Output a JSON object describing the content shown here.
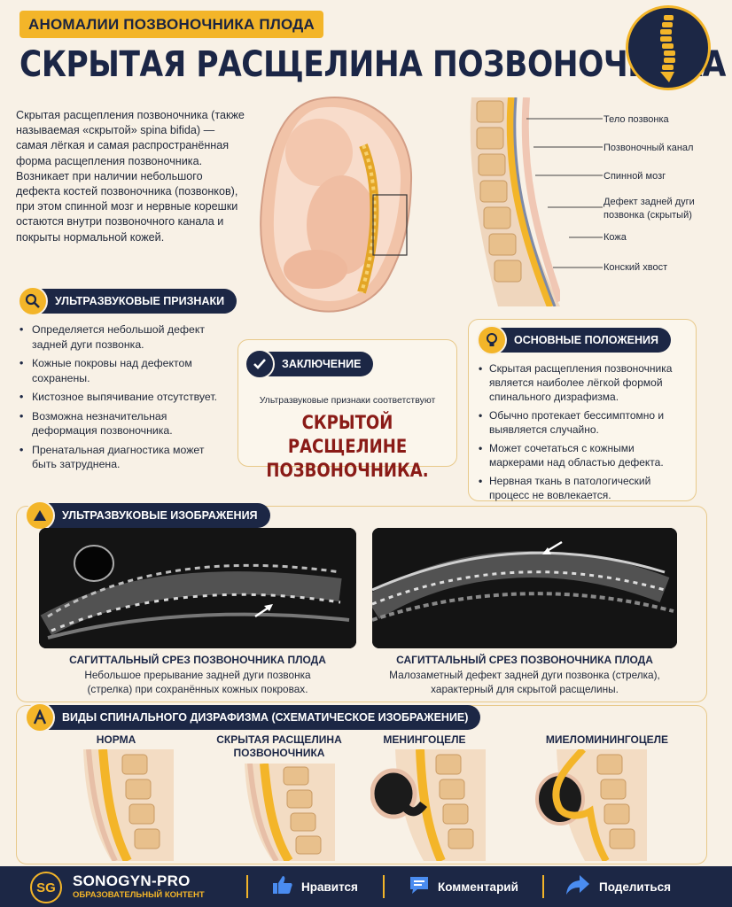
{
  "header": {
    "subtitle": "АНОМАЛИИ ПОЗВОНОЧНИКА ПЛОДА",
    "title": "СКРЫТАЯ РАСЩЕЛИНА ПОЗВОНОЧНИКА"
  },
  "intro": "Скрытая расщепления позвоночника (также называемая «скрытой» spina bifida) — самая лёгкая и самая распространённая форма расщепления позвоночника. Возникает при наличии небольшого дефекта костей позвоночника (позвонков), при этом спинной мозг и нервные корешки остаются внутри позвоночного канала и покрыты нормальной кожей.",
  "diagram_labels": [
    "Тело позвонка",
    "Позвоночный канал",
    "Спинной мозг",
    "Дефект задней дуги позвонка (скрытый)",
    "Кожа",
    "Конский хвост"
  ],
  "ultrasound_signs": {
    "title": "УЛЬТРАЗВУКОВЫЕ ПРИЗНАКИ",
    "items": [
      "Определяется небольшой дефект задней дуги позвонка.",
      "Кожные покровы над дефектом сохранены.",
      "Кистозное выпячивание отсутствует.",
      "Возможна незначительная деформация позвоночника.",
      "Пренатальная диагностика может быть затруднена."
    ]
  },
  "conclusion": {
    "title": "ЗАКЛЮЧЕНИЕ",
    "text": "Ультразвуковые признаки соответствуют",
    "verdict": "СКРЫТОЙ РАСЩЕЛИНЕ ПОЗВОНОЧНИКА."
  },
  "key_points": {
    "title": "ОСНОВНЫЕ ПОЛОЖЕНИЯ",
    "items": [
      "Скрытая расщепления позвоночника является наиболее лёгкой формой спинального дизрафизма.",
      "Обычно протекает бессимптомно и выявляется случайно.",
      "Может сочетаться с кожными маркерами над областью дефекта.",
      "Нервная ткань в патологический процесс не вовлекается."
    ]
  },
  "ultrasound_images": {
    "title": "УЛЬТРАЗВУКОВЫЕ ИЗОБРАЖЕНИЯ",
    "images": [
      {
        "caption_title": "САГИТТАЛЬНЫЙ СРЕЗ ПОЗВОНОЧНИКА ПЛОДА",
        "caption": "Небольшое прерывание задней дуги позвонка (стрелка) при сохранённых кожных покровах."
      },
      {
        "caption_title": "САГИТТАЛЬНЫЙ СРЕЗ ПОЗВОНОЧНИКА ПЛОДА",
        "caption": "Малозаметный дефект задней дуги позвонка (стрелка), характерный для скрытой расщелины."
      }
    ]
  },
  "dysraphism_types": {
    "title": "ВИДЫ СПИНАЛЬНОГО ДИЗРАФИЗМА (СХЕМАТИЧЕСКОЕ ИЗОБРАЖЕНИЕ)",
    "types": [
      {
        "label": "НОРМА"
      },
      {
        "label": "СКРЫТАЯ РАСЩЕЛИНА ПОЗВОНОЧНИКА"
      },
      {
        "label": "МЕНИНГОЦЕЛЕ"
      },
      {
        "label": "МИЕЛОМИНИНГОЦЕЛЕ"
      }
    ]
  },
  "footer": {
    "logo_initials": "SG",
    "brand": "SONOGYN-PRO",
    "tagline": "ОБРАЗОВАТЕЛЬНЫЙ КОНТЕНТ",
    "like": "Нравится",
    "comment": "Комментарий",
    "share": "Поделиться"
  },
  "colors": {
    "navy": "#1c2745",
    "gold": "#f3b529",
    "verdict_red": "#8a1b17",
    "background": "#f8f1e6"
  },
  "icons": [
    "spine-icon",
    "magnifier-icon",
    "check-icon",
    "lightbulb-icon",
    "ultrasound-icon",
    "spine-letter-icon",
    "thumbs-up-icon",
    "comment-icon",
    "share-arrow-icon"
  ]
}
